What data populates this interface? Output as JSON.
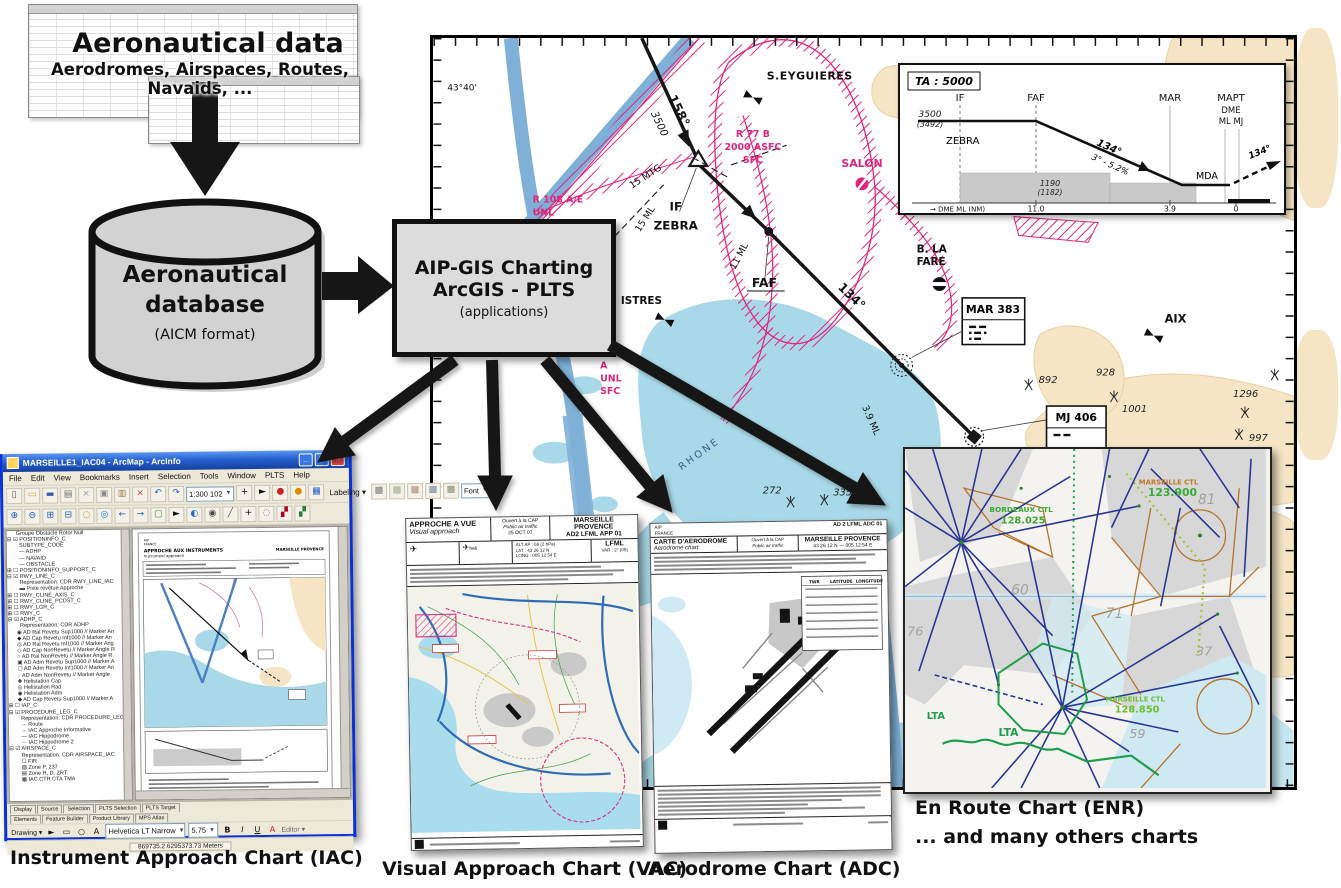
{
  "flow": {
    "data_title": "Aeronautical data",
    "data_subtitle": "Aerodromes, Airspaces, Routes, Navaids, ...",
    "db_line1": "Aeronautical",
    "db_line2": "database",
    "db_line3": "(AICM format)",
    "app_line1": "AIP-GIS Charting",
    "app_line2": "ArcGIS - PLTS",
    "app_line3": "(applications)"
  },
  "captions": {
    "iac": "Instrument Approach Chart (IAC)",
    "vac": "Visual Approach Chart (VAC)",
    "adc": "Aerodrome Chart (ADC)",
    "enr1": "En Route Chart (ENR)",
    "enr2": "... and many others charts"
  },
  "map": {
    "graticule": "43°40'",
    "places": {
      "eyguieres": "S.EYGUIERES",
      "salon": "SALON",
      "istres": "ISTRES",
      "lafare1": "B. LA",
      "lafare2": "FARE",
      "aix": "AIX",
      "river": "RHONE"
    },
    "restricted": {
      "r77_1": "R 77 B",
      "r77_2": "2000 ASFC",
      "r77_3": "SFC",
      "r108_1": "R 108 A/E",
      "r108_2": "UNL",
      "ra_1": "A",
      "ra_2": "UNL",
      "ra_3": "SFC"
    },
    "route": {
      "brg1": "158°",
      "alt1": "3500",
      "d1": "15 MTG",
      "d2": "15 ML",
      "d3": "11 ML",
      "d4": "3.9 ML",
      "if": "IF",
      "if_name": "ZEBRA",
      "faf": "FAF",
      "brg2": "134°"
    },
    "navaids": {
      "mar": "MAR 383",
      "mj": "MJ 406"
    },
    "spots": {
      "s892": "892",
      "s928": "928",
      "s1001": "1001",
      "s1296": "1296",
      "s997": "997",
      "s272": "272",
      "s335": "335"
    }
  },
  "profile": {
    "ta": "TA : 5000",
    "if": "IF",
    "faf": "FAF",
    "mar": "MAR",
    "mapt": "MAPT",
    "dme": "DME",
    "mlmj": "ML MJ",
    "alt1": "3500",
    "alt1b": "(3492)",
    "if_name": "ZEBRA",
    "brg": "134°",
    "slope": "3° - 5.2%",
    "alt2": "1190",
    "alt2b": "(1182)",
    "mda": "MDA",
    "brg2": "134°",
    "axis": "→ DME ML (NM)",
    "t1": "11.0",
    "t2": "3.9",
    "t3": "0"
  },
  "iac": {
    "title": "MARSEILLE1_IAC04 - ArcMap - ArcInfo",
    "menus": [
      "File",
      "Edit",
      "View",
      "Bookmarks",
      "Insert",
      "Selection",
      "Tools",
      "Window",
      "PLTS",
      "Help"
    ],
    "scale": "1:300 102",
    "labeling": "Labeling",
    "font_combo": "Font",
    "tb1": [
      {
        "n": "new-document-icon",
        "g": "▯",
        "c": "#555"
      },
      {
        "n": "open-folder-icon",
        "g": "▭",
        "c": "#c79b3b"
      },
      {
        "n": "save-icon",
        "g": "▬",
        "c": "#3a57a8"
      },
      {
        "n": "print-icon",
        "g": "▤",
        "c": "#666"
      },
      {
        "n": "cut-icon",
        "g": "×",
        "c": "#999"
      },
      {
        "n": "copy-icon",
        "g": "▣",
        "c": "#888"
      },
      {
        "n": "paste-ic",
        "g": "▥",
        "c": "#997a3a"
      },
      {
        "n": "delete-icon",
        "g": "×",
        "c": "#c33"
      },
      {
        "n": "undo-icon",
        "g": "↶",
        "c": "#2b61c2"
      },
      {
        "n": "redo-icon",
        "g": "↷",
        "c": "#2b61c2"
      }
    ],
    "tb1b": [
      {
        "n": "add-data-icon",
        "g": "+",
        "c": "#111"
      },
      {
        "n": "editor-arrow-icon",
        "g": "►",
        "c": "#111"
      },
      {
        "n": "tool-red-icon",
        "g": "●",
        "c": "#cc2222"
      },
      {
        "n": "tool-orange-icon",
        "g": "●",
        "c": "#e08a00"
      },
      {
        "n": "tool-table-icon",
        "g": "▦",
        "c": "#2255cc"
      }
    ],
    "tb1c": [
      {
        "n": "label-lock-icon",
        "g": "▩",
        "c": "#777"
      },
      {
        "n": "label-weight-icon",
        "g": "▩",
        "c": "#9a8"
      },
      {
        "n": "label-priority-icon",
        "g": "▩",
        "c": "#a87"
      },
      {
        "n": "label-view-icon",
        "g": "▩",
        "c": "#789"
      },
      {
        "n": "label-toggle-icon",
        "g": "▩",
        "c": "#887"
      }
    ],
    "tb2": [
      {
        "n": "zoom-in-icon",
        "g": "⊕",
        "c": "#1a56c4"
      },
      {
        "n": "zoom-out-icon",
        "g": "⊖",
        "c": "#1a56c4"
      },
      {
        "n": "fixed-zoom-in-icon",
        "g": "⊞",
        "c": "#1a56c4"
      },
      {
        "n": "fixed-zoom-out-icon",
        "g": "⊟",
        "c": "#1a56c4"
      },
      {
        "n": "pan-icon",
        "g": "○",
        "c": "#d2a23c"
      },
      {
        "n": "full-extent-icon",
        "g": "◎",
        "c": "#2b7de0"
      },
      {
        "n": "back-extent-icon",
        "g": "←",
        "c": "#2b61c2"
      },
      {
        "n": "forward-extent-icon",
        "g": "→",
        "c": "#2b61c2"
      },
      {
        "n": "select-features-icon",
        "g": "▢",
        "c": "#3a8e3a"
      },
      {
        "n": "select-elements-icon",
        "g": "►",
        "c": "#111"
      },
      {
        "n": "identify-icon",
        "g": "◐",
        "c": "#2968c8"
      },
      {
        "n": "find-icon",
        "g": "◉",
        "c": "#444"
      },
      {
        "n": "measure-icon",
        "g": "╱",
        "c": "#555"
      },
      {
        "n": "xy-icon",
        "g": "+",
        "c": "#111"
      },
      {
        "n": "refresh-icon",
        "g": "◌",
        "c": "#777"
      },
      {
        "n": "plts-red-icon",
        "g": "▞",
        "c": "#b00020"
      },
      {
        "n": "plts-green-icon",
        "g": "▞",
        "c": "#2e7d32"
      }
    ],
    "toc": [
      "      Groupe Obstacle Rotor Null",
      "⊟ ☑ POSITIONINFO_C",
      "        SUBTYPE_CODE",
      "        — ADHP",
      "        — NAVAID",
      "        — OBSTACLE",
      "⊞ ☐ POSITIONINFO_SUPPORT_C",
      "⊟ ☑ RWY_LINE_C",
      "        Representation: CDR RWY_LINE_IAC",
      "        ▬ Piste revêtue Approche",
      "⊞ ☐ RWY_CLINE_AXIS_C",
      "⊞ ☐ RWY_CLINE_PCDST_C",
      "⊞ ☐ RWY_LGR_C",
      "⊞ ☐ RWY_C",
      "⊟ ☑ ADHP_C",
      "        Representation: CDR ADHP",
      "      ◉ AD Ral Revetu Sup1000 // Marker An",
      "      ◆ AD Cap Revetu Inf1000 // Marker An",
      "      ◎ AD Ral Revetu Inf1000 // Marker Ang",
      "      ◇ AD Cap NonRevetu // Marker Angle R",
      "      ○ AD Ral NonRevetu // Marker Angle R",
      "      ▣ AD Adm Revetu Sup1000 // Marker A",
      "      ▢ AD Adm Revetu Inf1000 // Marker An",
      "      ◌ AD Adm NonRevetu // Marker Angle",
      "      ✚ Helistation Cap",
      "      ◎ Helistation Rad",
      "      ◉ Helistation Adm",
      "      ◆ AD Cap Revetu Sup1000 // Marker A",
      "⊞ ☐ IAP_C",
      "⊟ ☑ PROCEDURE_LEG_C",
      "        Representation: CDR PROCEDURE_LEG",
      "        → Route",
      "        → IAC Approche Informative",
      "        — IAC Hippodrome",
      "        ⋯ IAC Hippodrome 2",
      "⊟ ☑ AIRSPACE_C",
      "        Representation: CDR AIRSPACE_IAC",
      "        ☐ FIR",
      "        ▨ Zone P, 237",
      "        ▤ Zone R, D, ZRT",
      "        ▦ IAC CTR CTA TMA"
    ],
    "toc_tabs": [
      "Display",
      "Source",
      "Selection",
      "PLTS Selection",
      "PLTS Target"
    ],
    "bottom_tabs": [
      "Elements",
      "Feature Builder",
      "Product Library",
      "MPS Atlas"
    ],
    "drawing": "Drawing",
    "draw_font": "Helvetica LT Narrow",
    "draw_size": "5.75",
    "bold": "B",
    "italic": "I",
    "underline": "U",
    "fontcolor": "A",
    "editor": "Editor",
    "status": "869735.2   6295373.73   Meters",
    "chart": {
      "h1": "AIP",
      "h2": "FRANCE",
      "t1": "APPROCHE AUX INSTRUMENTS",
      "t2": "Instrument approach",
      "name": "MARSEILLE PROVENCE"
    }
  },
  "vac": {
    "t1": "APPROCHE A VUE",
    "t2": "Visual approach",
    "c1": "Ouvert à la CAP",
    "c2": "Public air traffic",
    "c3": "25 OCT 07",
    "r1": "MARSEILLE PROVENCE",
    "r2": "AD2 LFML APP 01",
    "alt": "ALT AP : 69 (2 hPa)",
    "lat": "LAT : 43 26 12 N",
    "long": "LONG : 005 12 54 E",
    "icao": "LFML",
    "var": "VAR : 2° (05)"
  },
  "adc": {
    "h1": "AIP",
    "h2": "FRANCE",
    "hr1": "AD 2 LFML ADC 01",
    "t1": "CARTE D'AERODROME",
    "t2": "Aerodrome chart",
    "c1": "Ouvert à la CAP",
    "c2": "Public air traffic",
    "r1": "MARSEILLE PROVENCE",
    "r2": "43 26 12 N — 005 12 54 E",
    "tbl": [
      "TWR",
      "LATITUDE",
      "LONGITUDE"
    ]
  },
  "enr": {
    "ctl1a": "MARSEILLE CTL",
    "ctl1b": "123.900",
    "ctl2a": "BORDEAUX CTL",
    "ctl2b": "128.025",
    "ctl3a": "MARSEILLE CTL",
    "ctl3b": "128.850",
    "lta1": "LTA",
    "lta2": "LTA",
    "s60": "60",
    "s71": "71",
    "s81": "81",
    "s37": "37",
    "s59": "59",
    "s76": "76"
  }
}
